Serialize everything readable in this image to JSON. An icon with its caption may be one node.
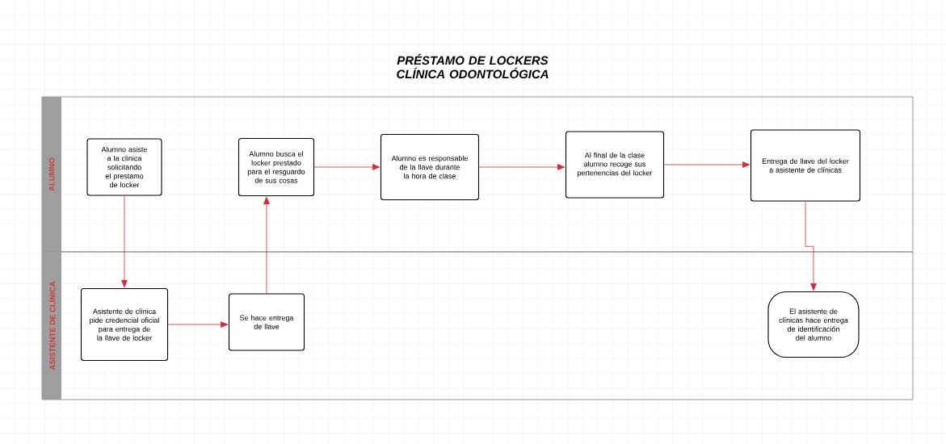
{
  "diagram": {
    "title": "PRÉSTAMO DE LOCKERS CLÍNICA ODONTOLÓGICA",
    "nodes": [
      {
        "text": [
          "ALUMNO"
        ]
      },
      {
        "text": [
          "Alumno asiste a la clinica solicitando el prestamo de locker"
        ],
        "in": 0
      },
      {
        "text": [
          "Alumno busca el locker prestado para el resguardo de sus cosas"
        ],
        "in": 0
      },
      {
        "text": [
          "Alumno es responsable de  la llave durante la hora de clase"
        ],
        "in": 0
      },
      {
        "text": [
          "Al final de la clase alumno recoge sus pertenencias del locker"
        ],
        "in": 0
      },
      {
        "text": [
          "Entrega de llave del locker a asistente de clínicas"
        ],
        "in": 0
      },
      {
        "text": [
          "ASISTENTE DE CLÍNICA"
        ]
      },
      {
        "text": [
          "Asistente de clínica pide credencial oficial para entrega de la llave de locker"
        ],
        "in": 6
      },
      {
        "text": [
          "Se hace entrega de llave"
        ],
        "in": 6
      },
      {
        "text": [
          "El asistente de clínicas hace entrega de identificación del alumno"
        ],
        "in": 6
      }
    ],
    "edges": [
      {
        "from": 1,
        "to": 7,
        "arrow": "to"
      },
      {
        "from": 7,
        "to": 8,
        "arrow": "to"
      },
      {
        "from": 8,
        "to": 2,
        "arrow": "to"
      },
      {
        "from": 2,
        "to": 3,
        "arrow": "to"
      },
      {
        "from": 3,
        "to": 4,
        "arrow": "to"
      },
      {
        "from": 4,
        "to": 5,
        "arrow": "to"
      },
      {
        "from": 5,
        "to": 9,
        "arrow": "to"
      }
    ]
  }
}
